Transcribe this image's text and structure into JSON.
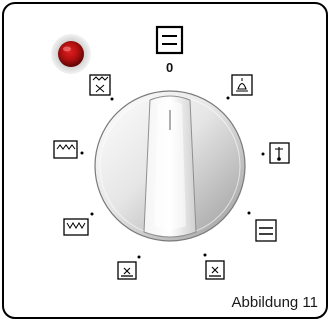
{
  "figure": {
    "caption": "Abbildung 11",
    "off_position_label": "0"
  },
  "dial": {
    "positions": [
      {
        "icon": "off-symbol-icon"
      },
      {
        "icon": "oven-light-icon"
      },
      {
        "icon": "defrost-icon"
      },
      {
        "icon": "top-bottom-heat-icon"
      },
      {
        "icon": "fan-bottom-heat-icon"
      },
      {
        "icon": "fan-assisted-icon"
      },
      {
        "icon": "bottom-heat-icon"
      },
      {
        "icon": "grill-icon"
      },
      {
        "icon": "grill-fan-icon"
      }
    ]
  },
  "indicator_lamp": {
    "color": "#b01010",
    "state": "on"
  },
  "colors": {
    "frame": "#000000",
    "knob_light": "#ffffff",
    "knob_shadow": "#8a8a8a"
  }
}
